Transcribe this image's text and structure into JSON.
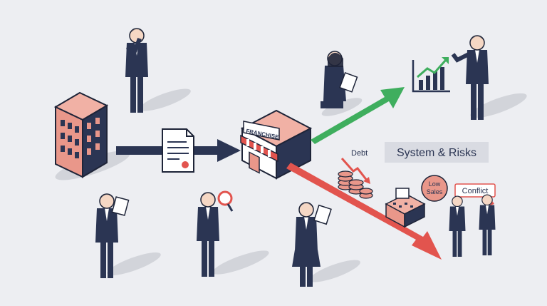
{
  "labels": {
    "title": "System & Risks",
    "debt": "Debt",
    "low_sales_line1": "Low",
    "low_sales_line2": "Sales",
    "conflict": "Conflict",
    "franchise_sign": "FRANCHISE"
  },
  "colors": {
    "background": "#edeef2",
    "navy": "#2b3553",
    "salmon": "#e9978a",
    "green": "#3fae5e",
    "red": "#e2544e",
    "shadow": "#d2d4da"
  }
}
